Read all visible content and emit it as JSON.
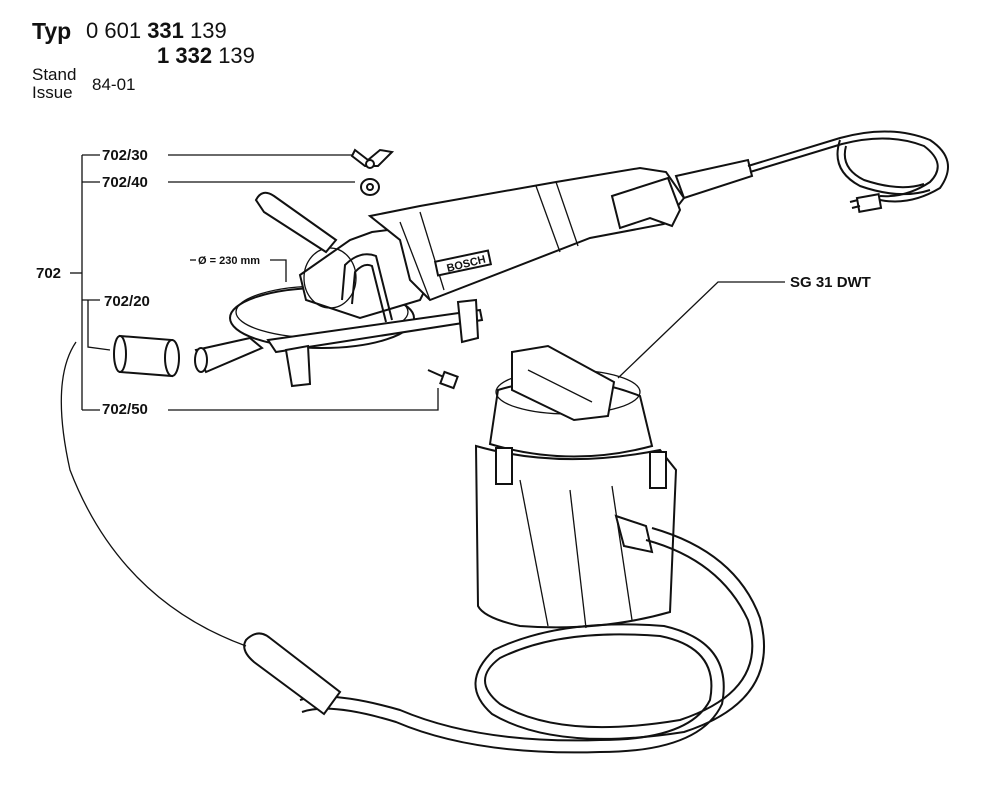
{
  "header": {
    "typ_label": "Typ",
    "typ_number_1_prefix": "0 601",
    "typ_number_1_bold": "331",
    "typ_number_1_suffix": "139",
    "typ_number_2_bold": "1 332",
    "typ_number_2_suffix": "139",
    "stand_label": "Stand",
    "issue_label": "Issue",
    "issue_value": "84-01"
  },
  "callouts": {
    "p702_30": "702/30",
    "p702_40": "702/40",
    "p702": "702",
    "p702_20": "702/20",
    "p702_50": "702/50",
    "diameter": "Ø = 230 mm",
    "vacuum": "SG 31 DWT",
    "brand_on_tool": "BOSCH"
  }
}
